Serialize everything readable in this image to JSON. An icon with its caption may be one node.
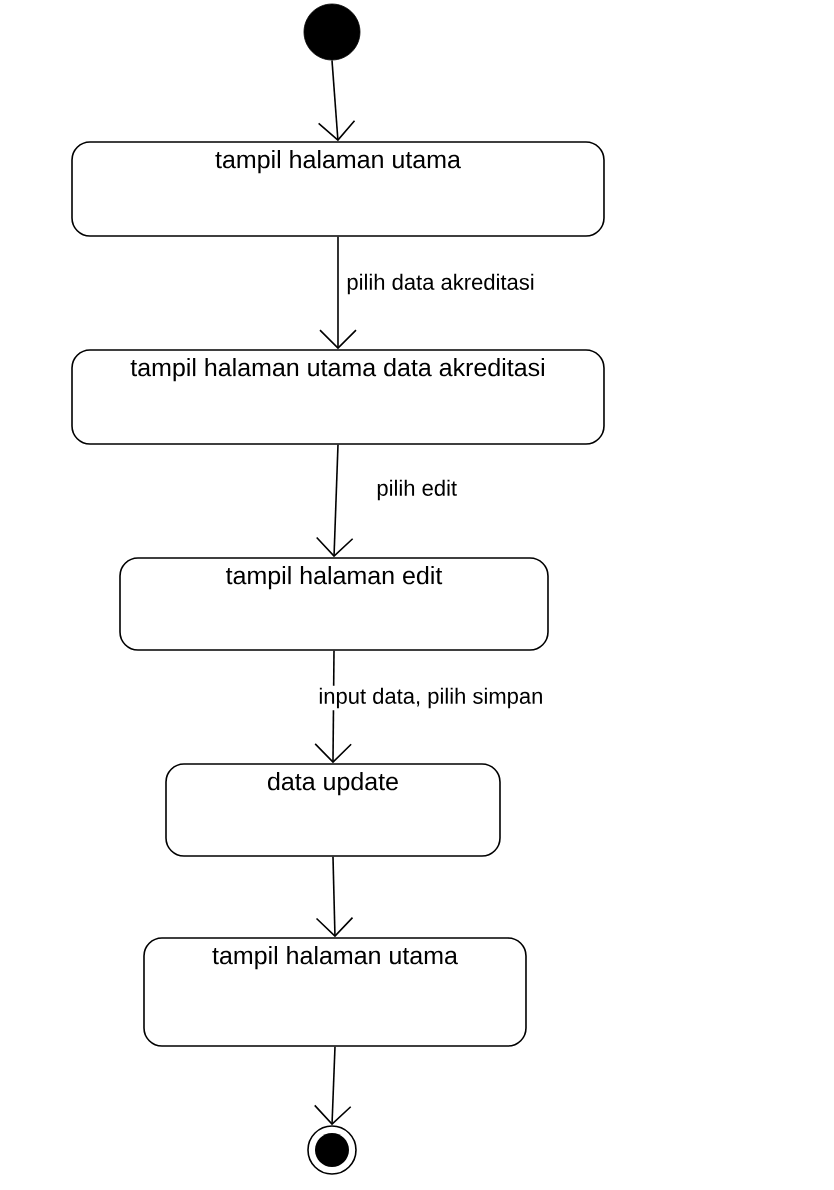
{
  "diagram": {
    "nodes": [
      {
        "text": [],
        "shape": "circle"
      },
      {
        "text": [
          "tampil halaman utama"
        ]
      },
      {
        "text": [
          "tampil halaman utama data akreditasi"
        ]
      },
      {
        "text": [
          "tampil halaman edit"
        ]
      },
      {
        "text": [
          "data update"
        ]
      },
      {
        "text": [
          "tampil halaman utama"
        ]
      },
      {
        "text": [],
        "shape": "circle"
      }
    ],
    "edges": [
      {
        "from": 0,
        "to": 1,
        "arrow": "to"
      },
      {
        "from": 1,
        "to": 2,
        "arrow": "to",
        "label": "pilih data akreditasi"
      },
      {
        "from": 2,
        "to": 3,
        "arrow": "to",
        "label": "pilih edit"
      },
      {
        "from": 3,
        "to": 4,
        "arrow": "to",
        "label": "input data, pilih simpan"
      },
      {
        "from": 4,
        "to": 5,
        "arrow": "to"
      },
      {
        "from": 5,
        "to": 6,
        "arrow": "to"
      }
    ]
  }
}
